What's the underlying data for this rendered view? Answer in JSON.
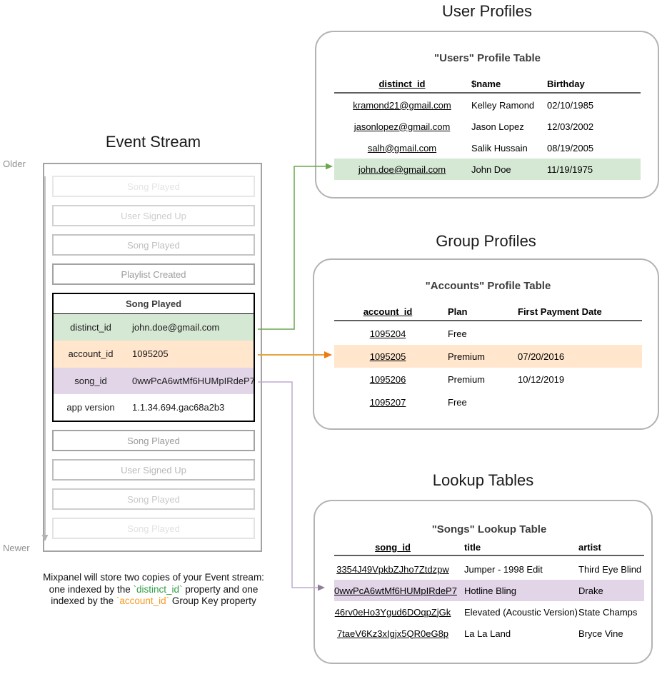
{
  "titles": {
    "event_stream": "Event Stream",
    "user_profiles": "User Profiles",
    "group_profiles": "Group Profiles",
    "lookup_tables": "Lookup Tables"
  },
  "timeline": {
    "older": "Older",
    "newer": "Newer"
  },
  "event_stream": {
    "events_before": [
      {
        "label": "Song Played",
        "opacity": 0.22
      },
      {
        "label": "User Signed Up",
        "opacity": 0.42
      },
      {
        "label": "Song Played",
        "opacity": 0.55
      },
      {
        "label": "Playlist Created",
        "opacity": 0.85
      }
    ],
    "expanded_event": {
      "title": "Song Played",
      "properties": [
        {
          "key": "distinct_id",
          "value": "john.doe@gmail.com",
          "highlight": "green"
        },
        {
          "key": "account_id",
          "value": "1095205",
          "highlight": "orange"
        },
        {
          "key": "song_id",
          "value": "0wwPcA6wtMf6HUMpIRdeP7",
          "highlight": "purple"
        },
        {
          "key": "app version",
          "value": "1.1.34.694.gac68a2b3",
          "highlight": "none"
        }
      ]
    },
    "events_after": [
      {
        "label": "Song Played",
        "opacity": 0.85
      },
      {
        "label": "User Signed Up",
        "opacity": 0.6
      },
      {
        "label": "Song Played",
        "opacity": 0.45
      },
      {
        "label": "Song Played",
        "opacity": 0.25
      }
    ]
  },
  "users_table": {
    "title": "\"Users\" Profile Table",
    "columns": [
      "distinct_id",
      "$name",
      "Birthday"
    ],
    "rows": [
      {
        "cells": [
          "kramond21@gmail.com",
          "Kelley Ramond",
          "02/10/1985"
        ],
        "highlight": false
      },
      {
        "cells": [
          "jasonlopez@gmail.com",
          "Jason Lopez",
          "12/03/2002"
        ],
        "highlight": false
      },
      {
        "cells": [
          "salh@gmail.com",
          "Salik Hussain",
          "08/19/2005"
        ],
        "highlight": false
      },
      {
        "cells": [
          "john.doe@gmail.com",
          "John Doe",
          "11/19/1975"
        ],
        "highlight": true
      }
    ],
    "highlight_color": "#d5e8d4"
  },
  "accounts_table": {
    "title": "\"Accounts\" Profile Table",
    "columns": [
      "account_id",
      "Plan",
      "First Payment Date"
    ],
    "rows": [
      {
        "cells": [
          "1095204",
          "Free",
          ""
        ],
        "highlight": false
      },
      {
        "cells": [
          "1095205",
          "Premium",
          "07/20/2016"
        ],
        "highlight": true
      },
      {
        "cells": [
          "1095206",
          "Premium",
          "10/12/2019"
        ],
        "highlight": false
      },
      {
        "cells": [
          "1095207",
          "Free",
          ""
        ],
        "highlight": false
      }
    ],
    "highlight_color": "#ffe6cc"
  },
  "songs_table": {
    "title": "\"Songs\" Lookup Table",
    "columns": [
      "song_id",
      "title",
      "artist"
    ],
    "rows": [
      {
        "cells": [
          "3354J49VpkbZJho7Ztdzpw",
          "Jumper - 1998 Edit",
          "Third Eye Blind"
        ],
        "highlight": false
      },
      {
        "cells": [
          "0wwPcA6wtMf6HUMpIRdeP7",
          "Hotline Bling",
          "Drake"
        ],
        "highlight": true
      },
      {
        "cells": [
          "46rv0eHo3Ygud6DOqpZjGk",
          "Elevated (Acoustic Version)",
          "State Champs"
        ],
        "highlight": false
      },
      {
        "cells": [
          "7taeV6Kz3xIgjx5QR0eG8p",
          "La La Land",
          "Bryce Vine"
        ],
        "highlight": false
      }
    ],
    "highlight_color": "#e1d5e7"
  },
  "caption": {
    "line1": "Mixpanel will store two copies of your Event stream:",
    "line2_prefix": "one indexed by the ",
    "line2_code": "`distinct_id`",
    "line2_suffix": " property and one",
    "line3_prefix": "indexed by the ",
    "line3_code": "`account_id`",
    "line3_suffix": " Group Key property"
  },
  "colors": {
    "highlight": {
      "green": "#d5e8d4",
      "orange": "#ffe6cc",
      "purple": "#e1d5e7"
    },
    "caption_green": "#2f9e44",
    "caption_orange": "#f59a23",
    "connectors": {
      "timeline": "#b3b3b3",
      "distinct_id": "#6aa84f",
      "account_id_line": "#e8a33d",
      "account_id_head": "#ed7d11",
      "song_id_line": "#bfa8d1",
      "song_id_head": "#8f7f9b"
    }
  }
}
